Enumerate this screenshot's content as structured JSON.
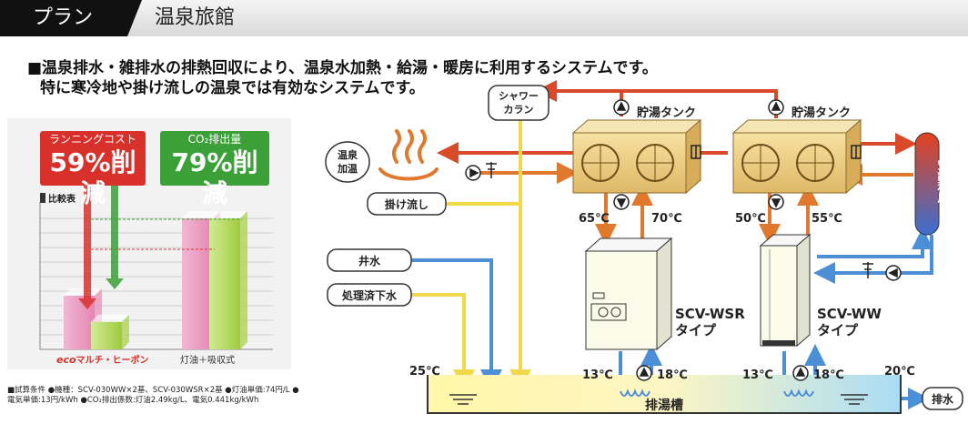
{
  "header": {
    "plan_label": "プラン",
    "category": "温泉旅館"
  },
  "headline": {
    "line1": "■温泉排水・雑排水の排熱回収により、温泉水加熱・給湯・暖房に利用するシステムです。",
    "line2": "特に寒冷地や掛け流しの温泉では有効なシステムです。"
  },
  "callouts": {
    "running_cost": {
      "title": "ランニングコスト",
      "value": "59%削減",
      "color": "#d8312c"
    },
    "co2": {
      "title": "CO₂排出量",
      "value": "79%削減",
      "color": "#3aa037"
    }
  },
  "chart_data": {
    "type": "bar",
    "title": "比較表",
    "categories": [
      "ecoマルチ・ヒーポン",
      "灯油＋吸収式"
    ],
    "series": [
      {
        "values": [
          41,
          100
        ],
        "color": "#e98fb8"
      },
      {
        "values": [
          21,
          100
        ],
        "color": "#a8d24a"
      }
    ],
    "annotations": [
      "ランニングコスト 59%削減",
      "CO₂排出量 79%削減"
    ]
  },
  "chart_labels": {
    "title": "比較表",
    "cat1_eco": "eco",
    "cat1_rest": "マルチ・ヒーポン",
    "cat2": "灯油＋吸収式"
  },
  "note": "■試算条件 ●機種：SCV-030WW×2基、SCV-030WSR×2基 ●灯油単価:74円/L ●電気単価:13円/kWh ●CO₂排出係数:灯油2.49kg/L、電気0.441kg/kWh",
  "diagram": {
    "shower": [
      "シャワー",
      "カラン"
    ],
    "onsen_heat": [
      "温泉",
      "加温"
    ],
    "kakenagashi": "掛け流し",
    "well_water": "井水",
    "treated_sewage": "処理済下水",
    "tank1": "貯湯タンク",
    "tank2": "貯湯タンク",
    "aircon": "空調利用",
    "unit1_model": "SCV-WSR",
    "unit1_type": "タイプ",
    "unit2_model": "SCV-WW",
    "unit2_type": "タイプ",
    "drain_tank": "排湯槽",
    "discharge": "排水",
    "temps": {
      "t65": "65℃",
      "t70": "70℃",
      "t50": "50℃",
      "t55": "55℃",
      "t25": "25℃",
      "t13a": "13℃",
      "t18a": "18℃",
      "t13b": "13℃",
      "t18b": "18℃",
      "t20": "20℃"
    }
  }
}
